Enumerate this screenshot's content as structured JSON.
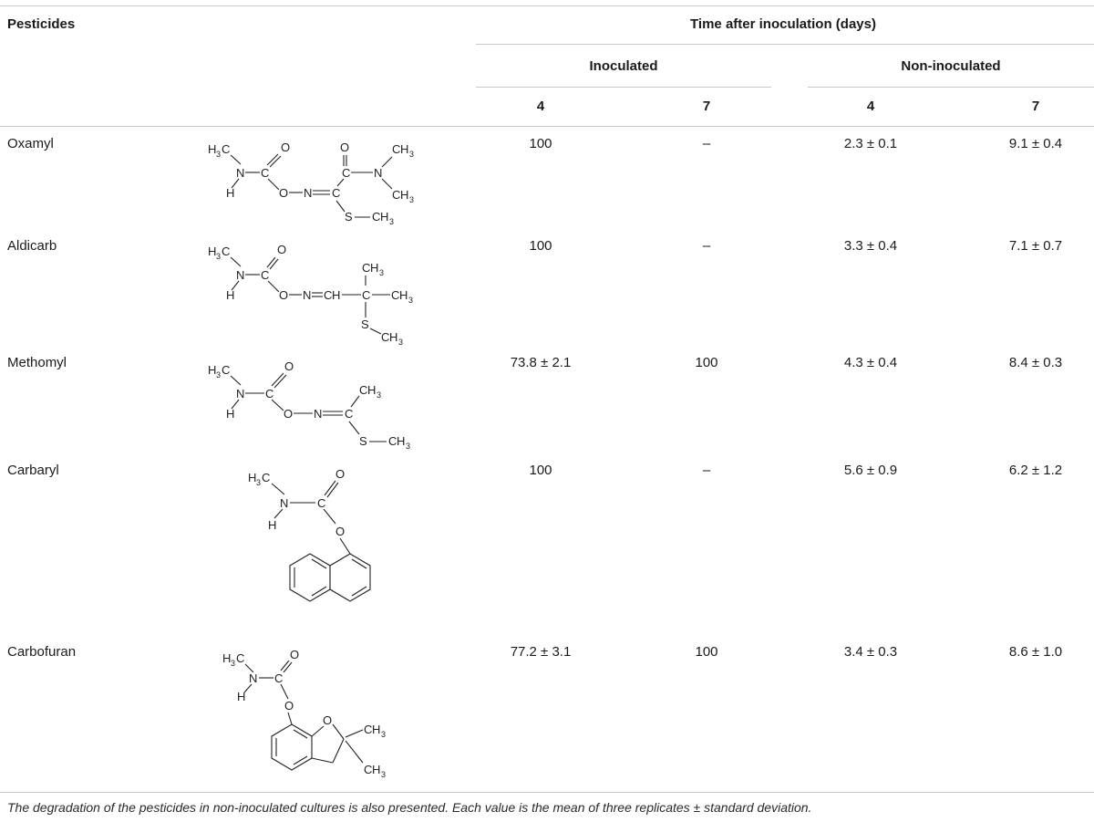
{
  "table": {
    "header": {
      "pesticides": "Pesticides",
      "time": "Time after inoculation (days)",
      "inoculated": "Inoculated",
      "non_inoculated": "Non-inoculated",
      "day4": "4",
      "day7": "7"
    },
    "rows": [
      {
        "name": "Oxamyl",
        "inoc4": "100",
        "inoc7": "–",
        "non4": "2.3 ± 0.1",
        "non7": "9.1 ± 0.4"
      },
      {
        "name": "Aldicarb",
        "inoc4": "100",
        "inoc7": "–",
        "non4": "3.3 ± 0.4",
        "non7": "7.1 ± 0.7"
      },
      {
        "name": "Methomyl",
        "inoc4": "73.8 ± 2.1",
        "inoc7": "100",
        "non4": "4.3 ± 0.4",
        "non7": "8.4 ± 0.3"
      },
      {
        "name": "Carbaryl",
        "inoc4": "100",
        "inoc7": "–",
        "non4": "5.6 ± 0.9",
        "non7": "6.2 ± 1.2"
      },
      {
        "name": "Carbofuran",
        "inoc4": "77.2 ± 3.1",
        "inoc7": "100",
        "non4": "3.4 ± 0.3",
        "non7": "8.6 ± 1.0"
      }
    ],
    "footnote": "The degradation of the pesticides in non-inoculated cultures is also presented. Each value is the mean of three replicates ± standard deviation."
  },
  "chem": {
    "H": "H",
    "C": "C",
    "N": "N",
    "O": "O",
    "S": "S",
    "CH": "CH",
    "sub3": "3"
  }
}
